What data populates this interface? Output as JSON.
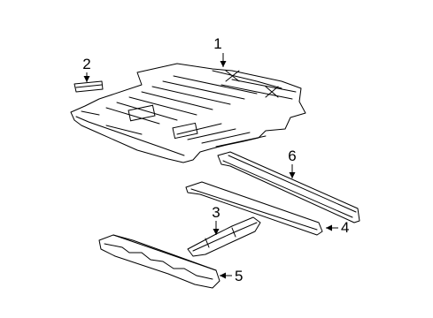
{
  "callouts": [
    {
      "id": "c1",
      "label": "1"
    },
    {
      "id": "c2",
      "label": "2"
    },
    {
      "id": "c3",
      "label": "3"
    },
    {
      "id": "c4",
      "label": "4"
    },
    {
      "id": "c5",
      "label": "5"
    },
    {
      "id": "c6",
      "label": "6"
    }
  ],
  "parts": [
    {
      "callout": "1",
      "name": "floor-pan"
    },
    {
      "callout": "2",
      "name": "small-bracket"
    },
    {
      "callout": "3",
      "name": "short-crossmember"
    },
    {
      "callout": "4",
      "name": "long-rail"
    },
    {
      "callout": "5",
      "name": "front-crossmember"
    },
    {
      "callout": "6",
      "name": "upper-rail"
    }
  ]
}
